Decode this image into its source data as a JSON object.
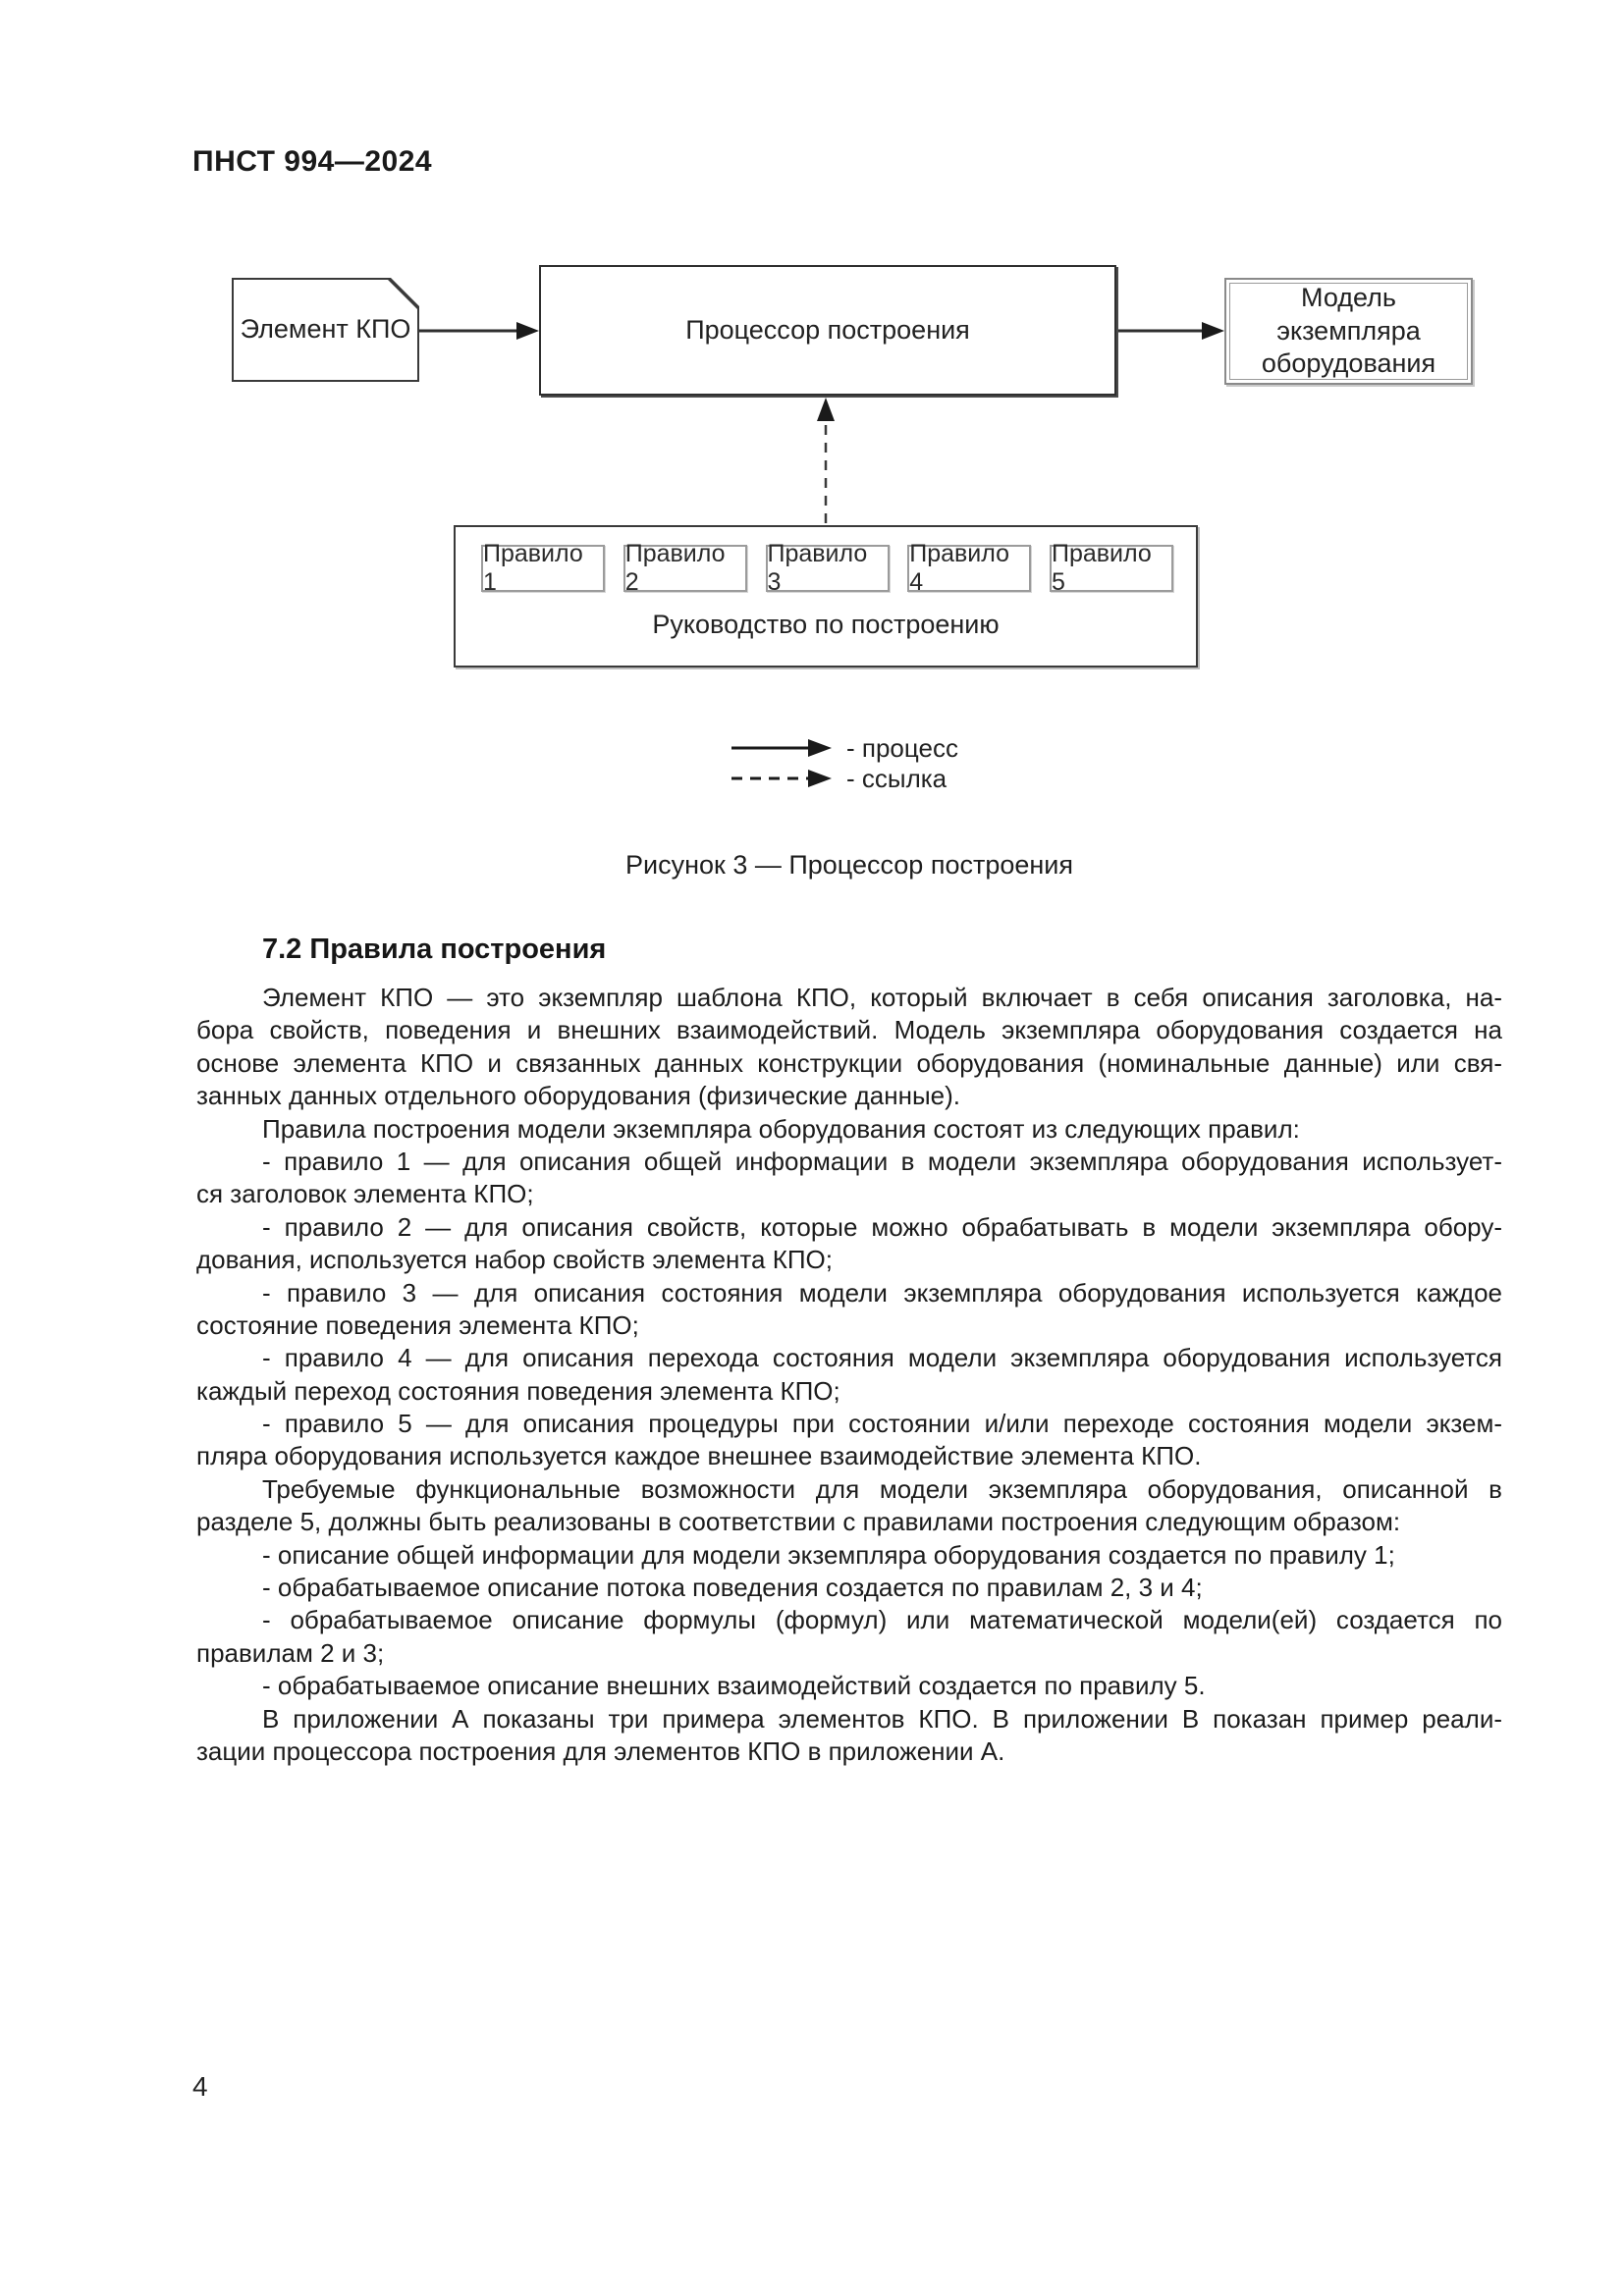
{
  "page": {
    "header": "ПНСТ 994—2024",
    "number": "4"
  },
  "figure": {
    "element_box": "Элемент КПО",
    "processor_box": "Процессор построения",
    "model_box": "Модель экземпляра\nоборудования",
    "rules": [
      "Правило 1",
      "Правило 2",
      "Правило 3",
      "Правило 4",
      "Правило 5"
    ],
    "guide_box": "Руководство по построению",
    "legend": [
      {
        "style": "solid",
        "label": "- процесс"
      },
      {
        "style": "dashed",
        "label": "- ссылка"
      }
    ],
    "caption": "Рисунок 3 — Процессор построения"
  },
  "section": {
    "heading": "7.2 Правила построения"
  },
  "body": {
    "paragraphs": [
      {
        "lines": [
          "Элемент КПО — это экземпляр шаблона КПО, который включает в себя описания заголовка, на-",
          "бора свойств, поведения и внешних взаимодействий. Модель экземпляра оборудования создается на",
          "основе элемента КПО и связанных данных конструкции оборудования (номинальные данные) или свя-",
          "занных данных отдельного оборудования (физические данные)."
        ]
      },
      {
        "lines": [
          "Правила построения модели экземпляра оборудования состоят из следующих правил:"
        ]
      },
      {
        "lines": [
          "- правило 1 — для описания общей информации в модели экземпляра оборудования использует-",
          "ся заголовок элемента КПО;"
        ]
      },
      {
        "lines": [
          "- правило 2 — для описания свойств, которые можно обрабатывать в модели экземпляра обору-",
          "дования, используется набор свойств элемента КПО;"
        ]
      },
      {
        "lines": [
          "- правило 3 — для описания состояния модели экземпляра оборудования используется каждое",
          "состояние поведения элемента КПО;"
        ]
      },
      {
        "lines": [
          "- правило 4 — для описания перехода состояния модели экземпляра оборудования используется",
          "каждый переход состояния поведения элемента КПО;"
        ]
      },
      {
        "lines": [
          "- правило 5 — для описания процедуры при состоянии и/или переходе состояния модели экзем-",
          "пляра оборудования используется каждое внешнее взаимодействие элемента КПО."
        ]
      },
      {
        "lines": [
          "Требуемые функциональные возможности для модели экземпляра оборудования, описанной в",
          "разделе 5, должны быть реализованы в соответствии с правилами построения следующим образом:"
        ]
      },
      {
        "lines": [
          "- описание общей информации для модели экземпляра оборудования создается по правилу 1;"
        ]
      },
      {
        "lines": [
          "- обрабатываемое описание потока поведения создается по правилам 2, 3 и 4;"
        ]
      },
      {
        "lines": [
          "- обрабатываемое описание формулы (формул) или математической модели(ей) создается по",
          "правилам 2 и 3;"
        ]
      },
      {
        "lines": [
          "- обрабатываемое описание внешних взаимодействий создается по правилу 5."
        ]
      },
      {
        "lines": [
          "В приложении А показаны три примера элементов КПО. В приложении В показан пример реали-",
          "зации процессора построения для элементов КПО в приложении А."
        ]
      }
    ]
  }
}
